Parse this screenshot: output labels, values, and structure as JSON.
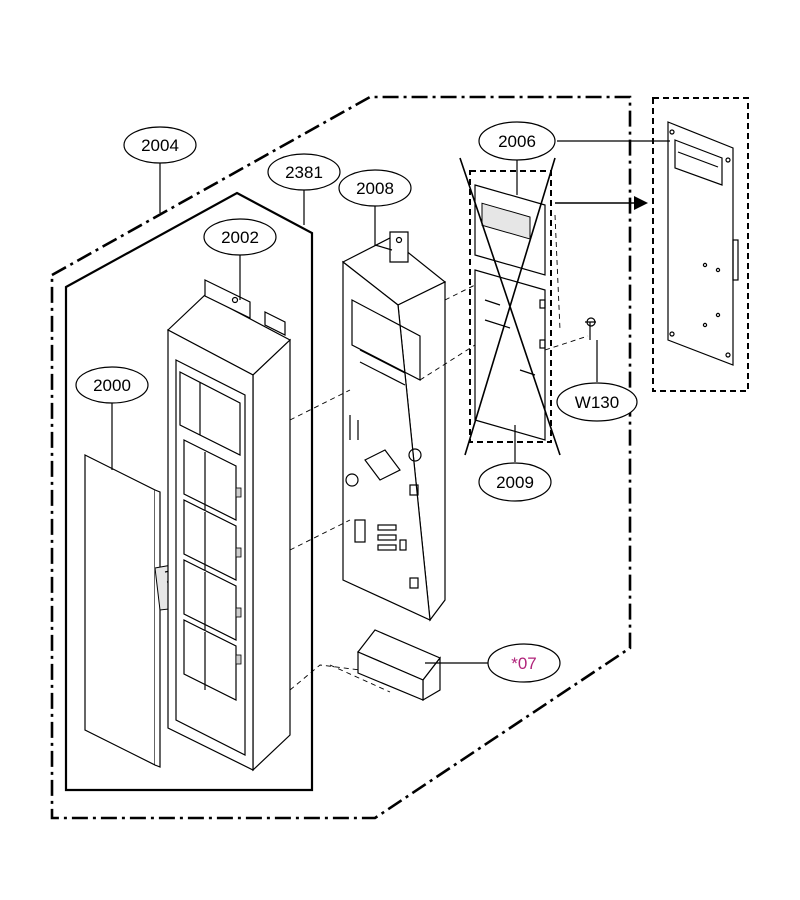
{
  "callouts": {
    "c2004": "2004",
    "c2381": "2381",
    "c2008": "2008",
    "c2002": "2002",
    "c2000": "2000",
    "c2006": "2006",
    "cW130": "W130",
    "c2009": "2009",
    "c07": "*07"
  },
  "colors": {
    "line": "#000000",
    "accent_label": "#b0237a",
    "background": "#ffffff"
  }
}
